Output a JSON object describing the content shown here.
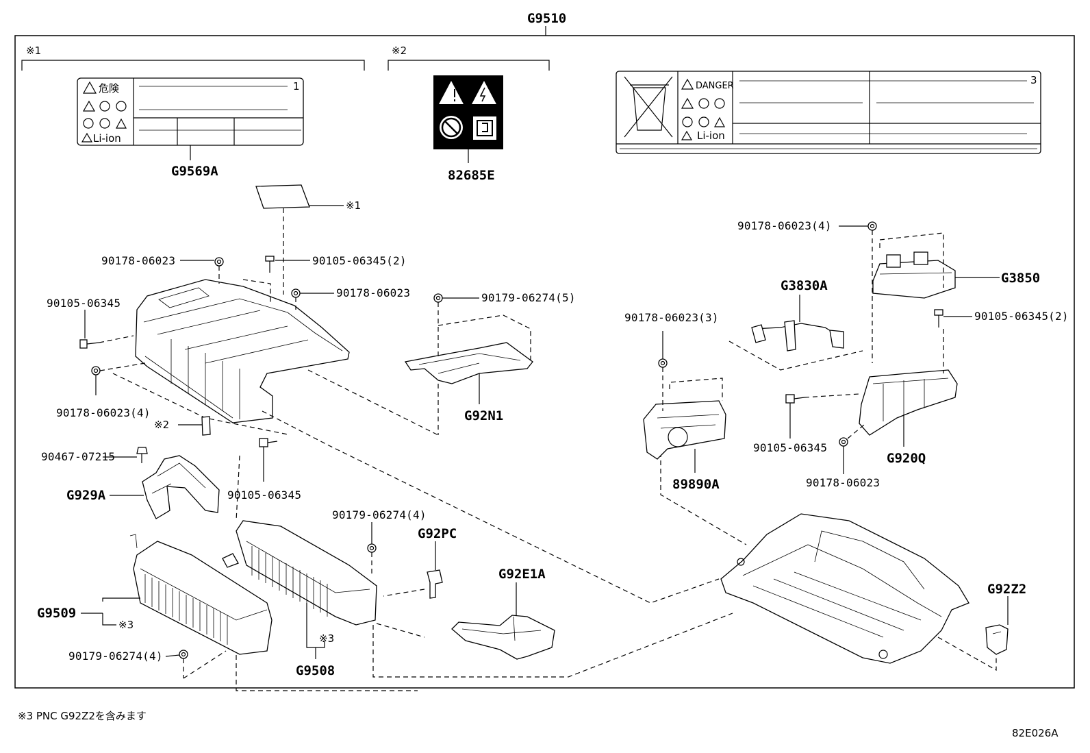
{
  "assembly": {
    "code": "G9510"
  },
  "brackets": {
    "b1": "※1",
    "b2": "※2"
  },
  "labels_top": {
    "label1": {
      "code": "G9569A",
      "kanji": "危険",
      "liion": "Li-ion",
      "num": "1"
    },
    "label2": {
      "code": "82685E"
    },
    "label3": {
      "danger": "DANGER",
      "liion": "Li-ion",
      "num": "3"
    }
  },
  "callouts": {
    "c_90178_06023_a": "90178-06023",
    "c_90105_06345_2_a": "90105-06345(2)",
    "c_90178_06023_b": "90178-06023",
    "c_90105_06345_a": "90105-06345",
    "c_90179_06274_5": "90179-06274(5)",
    "c_90178_06023_4_a": "90178-06023(4)",
    "c_note1": "※1",
    "c_note2": "※2",
    "c_90467_07215": "90467-07215",
    "c_G929A": "G929A",
    "c_90105_06345_b": "90105-06345",
    "c_G92N1": "G92N1",
    "c_90179_06274_4_a": "90179-06274(4)",
    "c_G92PC": "G92PC",
    "c_G9509": "G9509",
    "c_note3a": "※3",
    "c_90179_06274_4_b": "90179-06274(4)",
    "c_G92E1A": "G92E1A",
    "c_note3b": "※3",
    "c_G9508": "G9508",
    "c_90178_06023_4_b": "90178-06023(4)",
    "c_G3850": "G3850",
    "c_G3830A": "G3830A",
    "c_90178_06023_3": "90178-06023(3)",
    "c_90105_06345_2_b": "90105-06345(2)",
    "c_90105_06345_c": "90105-06345",
    "c_89890A": "89890A",
    "c_90178_06023_c": "90178-06023",
    "c_G920Q": "G920Q",
    "c_G92Z2": "G92Z2"
  },
  "footer": {
    "note": "※3 PNC G92Z2を含みます",
    "figure_id": "82E026A"
  }
}
